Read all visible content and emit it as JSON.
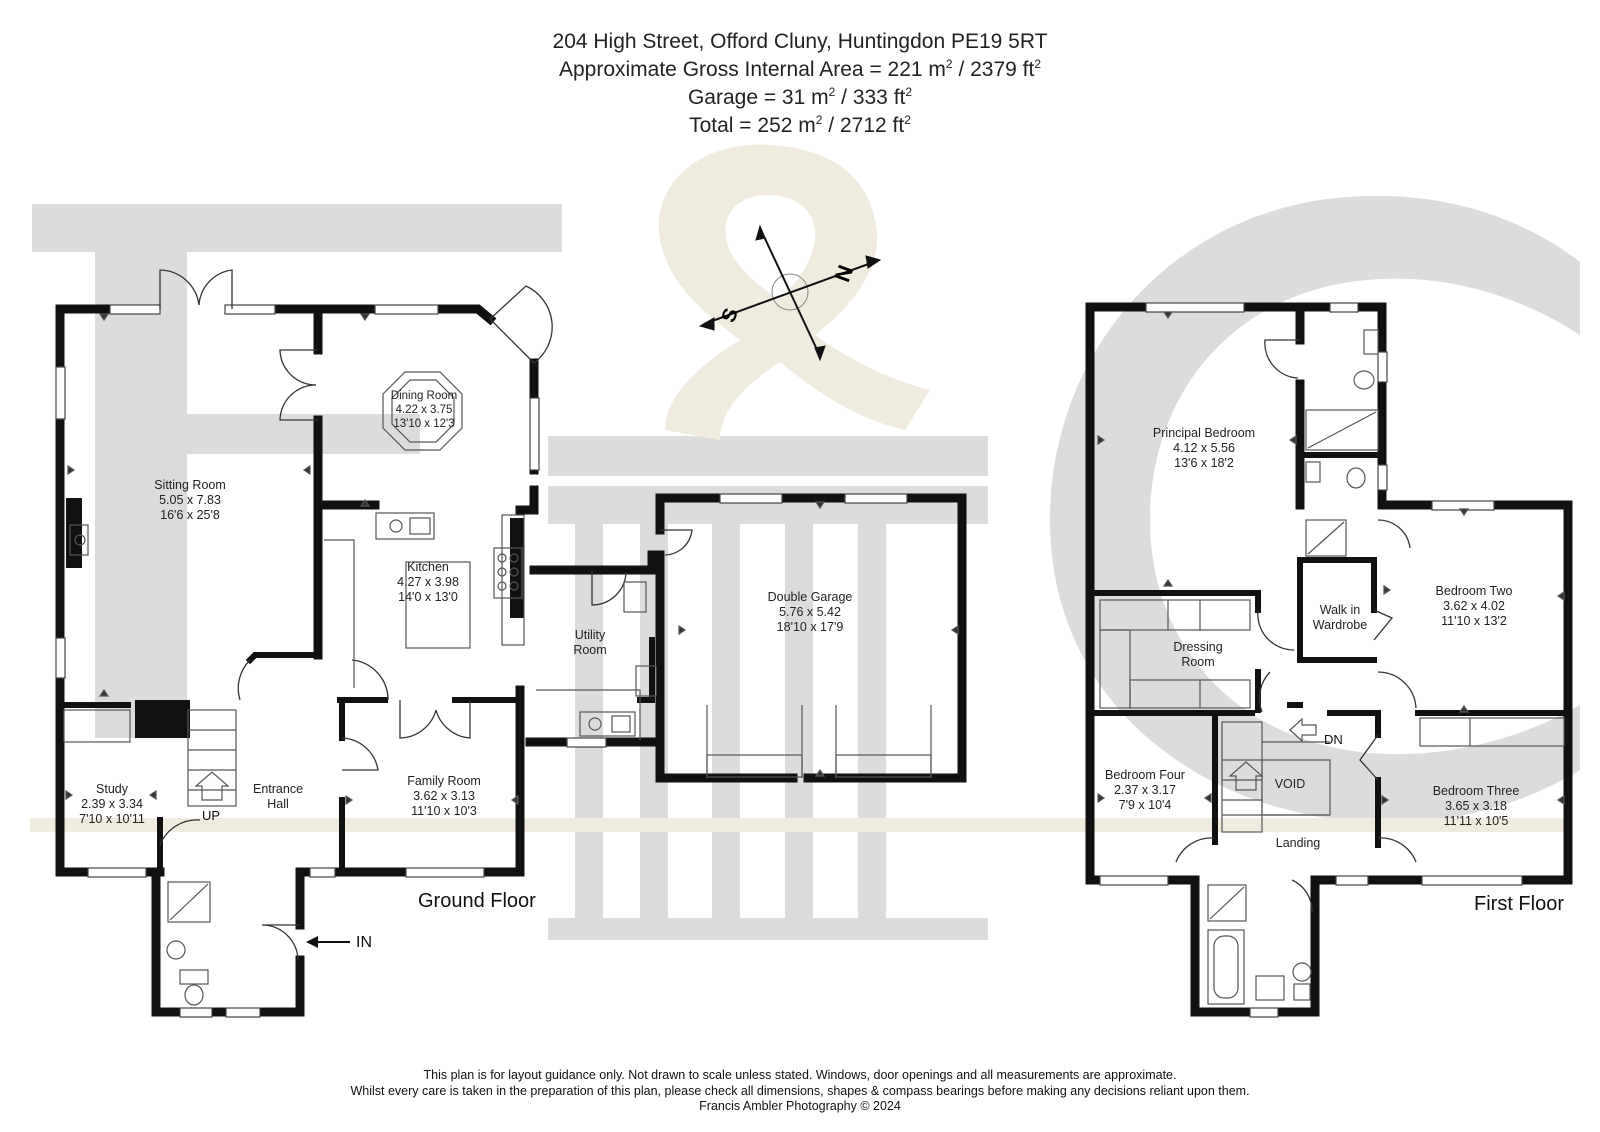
{
  "header": {
    "address": "204 High Street, Offord Cluny, Huntingdon PE19 5RT",
    "area_prefix": "Approximate Gross Internal Area = 221 m",
    "area_mid": " / 2379 ft",
    "garage_prefix": "Garage = 31 m",
    "garage_mid": " / 333 ft",
    "total_prefix": "Total = 252 m",
    "total_mid": " / 2712 ft",
    "superscript": "2"
  },
  "rooms": {
    "sitting_room": {
      "name": "Sitting Room",
      "metric": "5.05 x 7.83",
      "imperial": "16'6 x 25'8"
    },
    "dining_room": {
      "name": "Dining Room",
      "metric": "4.22 x 3.75",
      "imperial": "13'10 x 12'3"
    },
    "kitchen": {
      "name": "Kitchen",
      "metric": "4.27 x 3.98",
      "imperial": "14'0 x 13'0"
    },
    "utility": {
      "name1": "Utility",
      "name2": "Room"
    },
    "double_garage": {
      "name": "Double Garage",
      "metric": "5.76 x 5.42",
      "imperial": "18'10 x 17'9"
    },
    "study": {
      "name": "Study",
      "metric": "2.39 x 3.34",
      "imperial": "7'10 x 10'11"
    },
    "entrance_hall": {
      "name1": "Entrance",
      "name2": "Hall"
    },
    "family_room": {
      "name": "Family Room",
      "metric": "3.62 x 3.13",
      "imperial": "11'10 x 10'3"
    },
    "principal_bedroom": {
      "name": "Principal Bedroom",
      "metric": "4.12 x 5.56",
      "imperial": "13'6 x 18'2"
    },
    "bedroom_two": {
      "name": "Bedroom Two",
      "metric": "3.62 x 4.02",
      "imperial": "11'10 x 13'2"
    },
    "walk_in_wardrobe": {
      "name1": "Walk in",
      "name2": "Wardrobe"
    },
    "dressing_room": {
      "name1": "Dressing",
      "name2": "Room"
    },
    "bedroom_four": {
      "name": "Bedroom Four",
      "metric": "2.37 x 3.17",
      "imperial": "7'9 x 10'4"
    },
    "void": {
      "name": "VOID"
    },
    "bedroom_three": {
      "name": "Bedroom Three",
      "metric": "3.65 x 3.18",
      "imperial": "11'11 x 10'5"
    },
    "landing": {
      "name": "Landing"
    }
  },
  "labels": {
    "up": "UP",
    "dn": "DN",
    "in": "IN",
    "ground_floor": "Ground Floor",
    "first_floor": "First Floor",
    "compass_s": "S",
    "compass_n": "N"
  },
  "footer": {
    "line1": "This plan is for layout guidance only. Not drawn to scale unless stated. Windows, door openings and all measurements are approximate.",
    "line2": "Whilst every care is taken in the preparation of this plan, please check all dimensions, shapes & compass bearings before making any decisions reliant upon them.",
    "line3": "Francis Ambler Photography © 2024"
  },
  "colors": {
    "wall": "#111111",
    "watermark_grey": "#d9d9d9",
    "watermark_cream": "#eeebdc",
    "fixture": "#555555"
  }
}
